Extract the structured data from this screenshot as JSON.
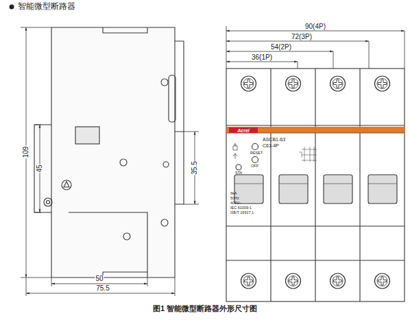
{
  "diagram": {
    "title": "智能微型断路器",
    "caption": "图1 智能微型断路器外形尺寸图",
    "labels": [
      "90(4P)",
      "72(3P)",
      "54(2P)",
      "36(1P)",
      "109",
      "45",
      "35.5",
      "50",
      "75.5",
      "Acrel",
      "ASCB1-63",
      "C63-4P",
      "RESET",
      "OFF",
      "STA",
      "6kA",
      "50Hz",
      "400V~",
      "IEC 61009-1",
      "GB/T 16917.1"
    ]
  }
}
